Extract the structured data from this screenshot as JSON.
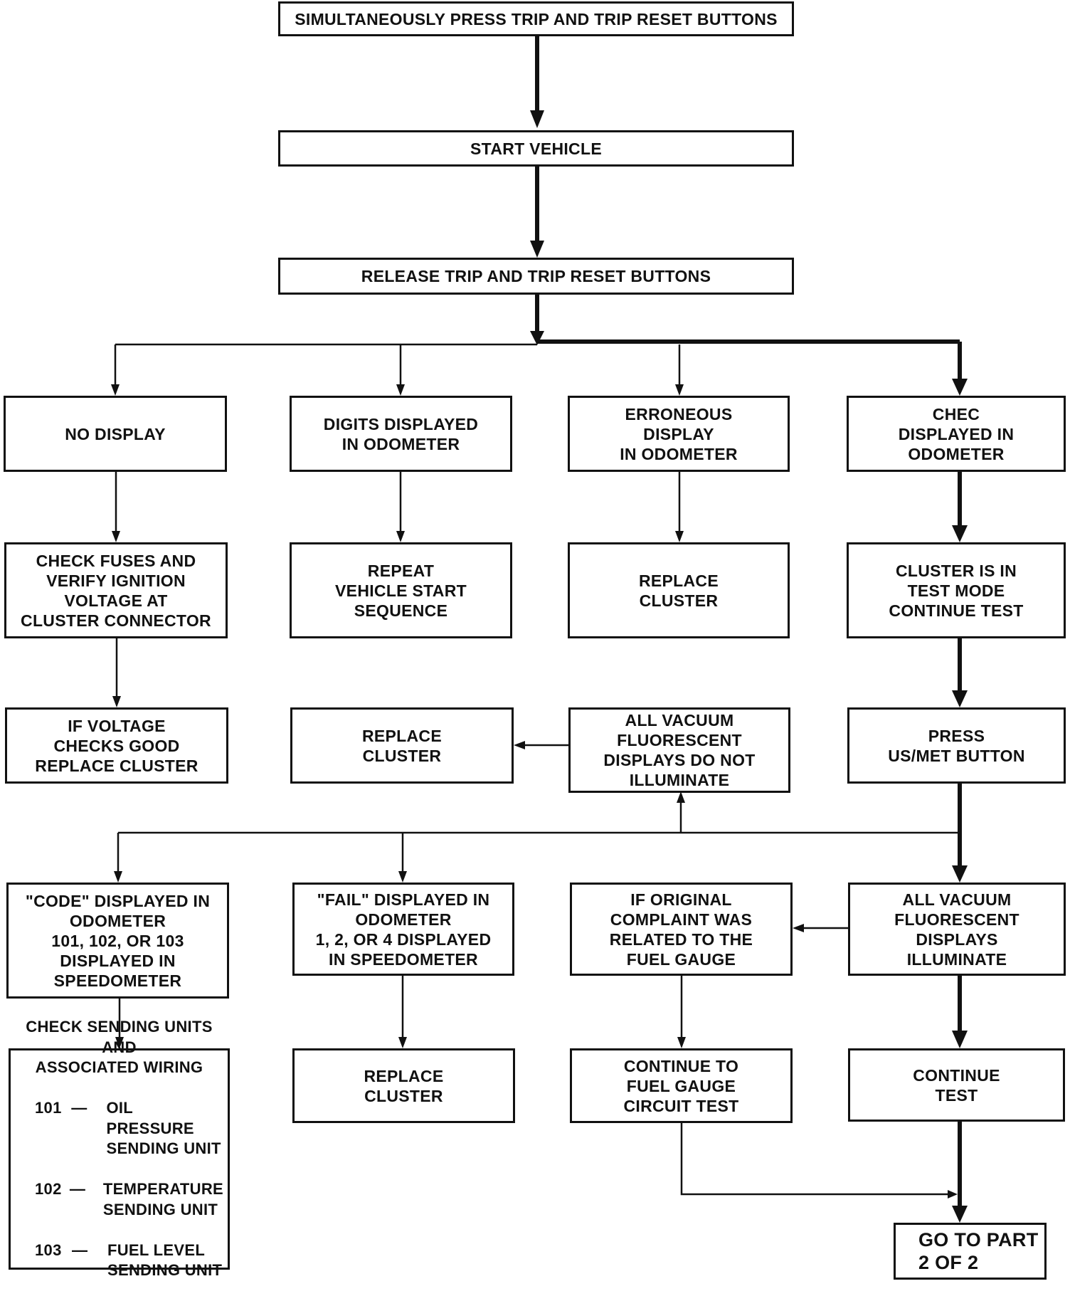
{
  "flowchart": {
    "start": "SIMULTANEOUSLY PRESS TRIP AND TRIP RESET BUTTONS",
    "start_vehicle": "START VEHICLE",
    "release": "RELEASE TRIP AND TRIP RESET BUTTONS",
    "no_display": "NO DISPLAY",
    "digits_displayed": "DIGITS DISPLAYED\nIN ODOMETER",
    "erroneous_display": "ERRONEOUS\nDISPLAY\nIN ODOMETER",
    "chec_displayed": "CHEC\nDISPLAYED IN\nODOMETER",
    "check_fuses": "CHECK FUSES AND\nVERIFY IGNITION\nVOLTAGE AT\nCLUSTER CONNECTOR",
    "repeat_start": "REPEAT\nVEHICLE START\nSEQUENCE",
    "replace_cluster_1": "REPLACE\nCLUSTER",
    "test_mode": "CLUSTER IS IN\nTEST MODE\nCONTINUE TEST",
    "if_voltage_good": "IF VOLTAGE\nCHECKS GOOD\nREPLACE CLUSTER",
    "replace_cluster_2": "REPLACE\nCLUSTER",
    "vfd_not_illuminate": "ALL VACUUM\nFLUORESCENT\nDISPLAYS DO NOT\nILLUMINATE",
    "press_us_met": "PRESS\nUS/MET BUTTON",
    "code_displayed": "\"CODE\" DISPLAYED IN\nODOMETER\n101, 102, OR 103\nDISPLAYED IN\nSPEEDOMETER",
    "fail_displayed": "\"FAIL\" DISPLAYED IN\nODOMETER\n1, 2, OR 4 DISPLAYED\nIN SPEEDOMETER",
    "if_original_complaint": "IF ORIGINAL\nCOMPLAINT WAS\nRELATED TO THE\nFUEL GAUGE",
    "vfd_illuminate": "ALL VACUUM\nFLUORESCENT\nDISPLAYS\nILLUMINATE",
    "check_sending_units": {
      "heading": "CHECK SENDING UNITS\nAND\nASSOCIATED WIRING",
      "items": [
        {
          "code": "101",
          "dash": "—",
          "text": "OIL PRESSURE\nSENDING UNIT"
        },
        {
          "code": "102",
          "dash": "—",
          "text": "TEMPERATURE\nSENDING UNIT"
        },
        {
          "code": "103",
          "dash": "—",
          "text": "FUEL LEVEL\nSENDING UNIT"
        }
      ]
    },
    "replace_cluster_3": "REPLACE\nCLUSTER",
    "fuel_gauge_test": "CONTINUE TO\nFUEL GAUGE\nCIRCUIT TEST",
    "continue_test": "CONTINUE\nTEST",
    "go_to_part": "GO TO PART\n2 OF 2"
  }
}
